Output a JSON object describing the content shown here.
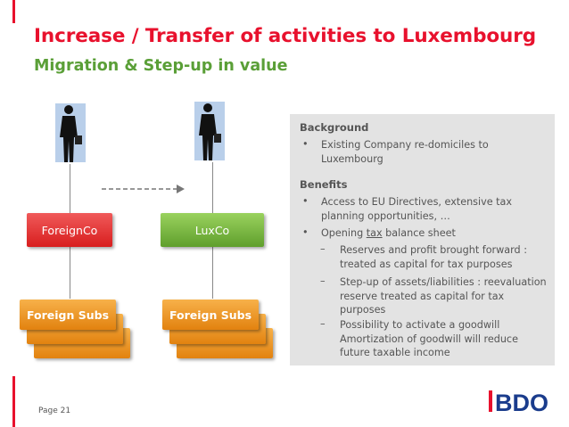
{
  "slide": {
    "title": "Increase / Transfer of activities to Luxembourg",
    "subtitle": "Migration & Step-up in value",
    "page_label": "Page 21"
  },
  "diagram": {
    "left_entity": "ForeignCo",
    "right_entity": "LuxCo",
    "left_subs": "Foreign Subs",
    "right_subs": "Foreign Subs"
  },
  "panel": {
    "background_heading": "Background",
    "background_items": [
      "Existing Company re-domiciles to Luxembourg"
    ],
    "benefits_heading": "Benefits",
    "benefit_1": "Access to EU Directives, extensive tax planning opportunities, …",
    "benefit_2_prefix": "Opening ",
    "benefit_2_underlined": "tax",
    "benefit_2_suffix": " balance sheet",
    "sub_items": [
      "Reserves and profit brought forward : treated as capital for tax purposes",
      "Step-up of assets/liabilities : reevaluation reserve treated as capital for tax purposes",
      "Possibility to activate a goodwill Amortization of goodwill will reduce future taxable income"
    ]
  },
  "logo": {
    "text": "BDO"
  },
  "colors": {
    "red": "#e8112d",
    "green": "#5a9f37",
    "orange": "#f0a030"
  }
}
